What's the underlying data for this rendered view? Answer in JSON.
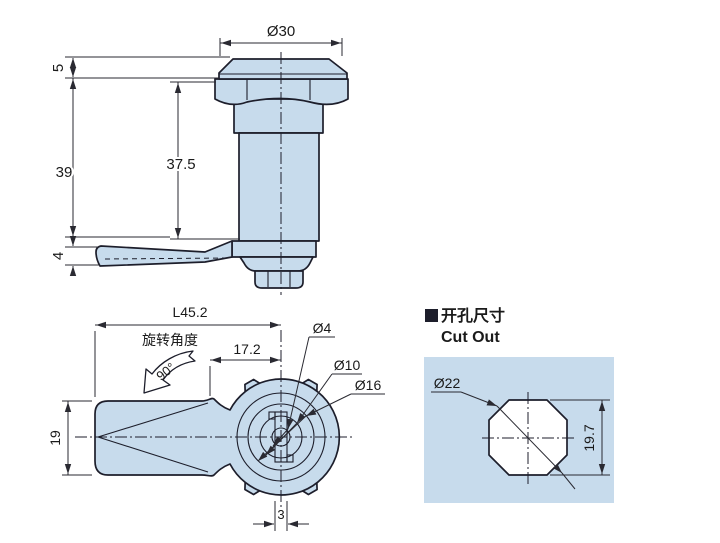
{
  "drawing": {
    "side_view": {
      "head_diameter": "Ø30",
      "head_height": "5",
      "overall_height": "39",
      "grip_length": "37.5",
      "cam_thickness": "4"
    },
    "plan_view": {
      "cam_length": "L45.2",
      "center_offset": "17.2",
      "cam_width": "19",
      "slot_width": "3",
      "shaft_diameter": "Ø4",
      "boss_diameter": "Ø10",
      "collar_diameter": "Ø16",
      "rotation_label": "旋转角度",
      "rotation_angle": "90°"
    },
    "cutout": {
      "title_zh": "开孔尺寸",
      "title_en": "Cut Out",
      "hole_diameter": "Ø22",
      "hole_height": "19.7"
    }
  },
  "colors": {
    "part-fill": "#c7dbec",
    "panel-fill": "#c7dbec",
    "outline": "#1d1e2b",
    "dim-line": "#2a2a32",
    "text": "#1a1a1a",
    "background": "#ffffff"
  }
}
